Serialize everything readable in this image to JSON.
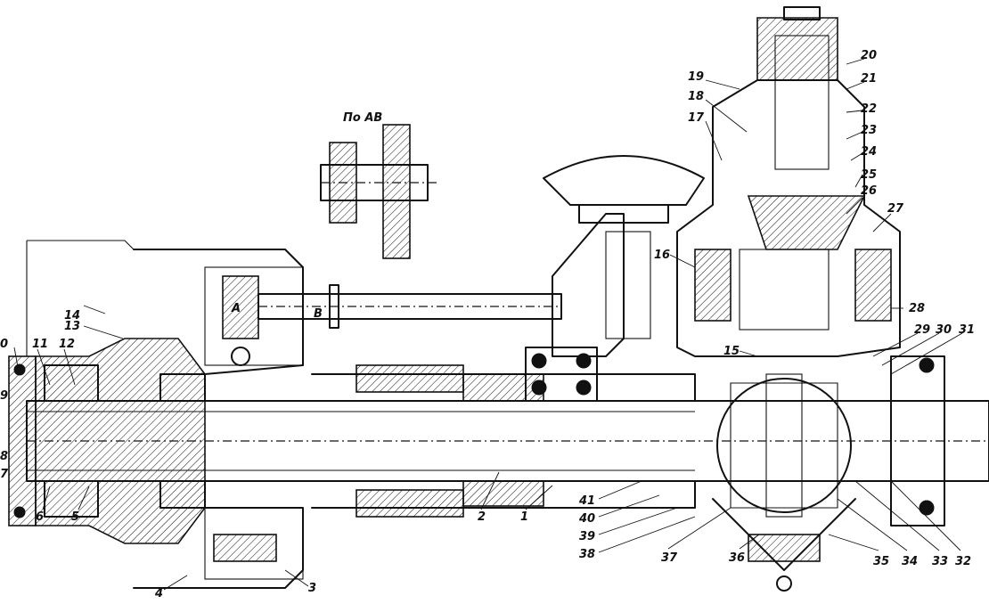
{
  "section_label": "По АВ",
  "section_marks": {
    "a": "А",
    "b": "В"
  },
  "callouts": [
    "0",
    "11",
    "12",
    "14",
    "13",
    "9",
    "8",
    "7",
    "6",
    "5",
    "4",
    "3",
    "2",
    "1",
    "41",
    "40",
    "39",
    "38",
    "37",
    "36",
    "35",
    "34",
    "33",
    "32",
    "31",
    "30",
    "29",
    "28",
    "27",
    "26",
    "25",
    "24",
    "23",
    "22",
    "21",
    "20",
    "19",
    "18",
    "17",
    "16",
    "15"
  ],
  "colors": {
    "ink": "#111111",
    "paper": "#ffffff"
  }
}
